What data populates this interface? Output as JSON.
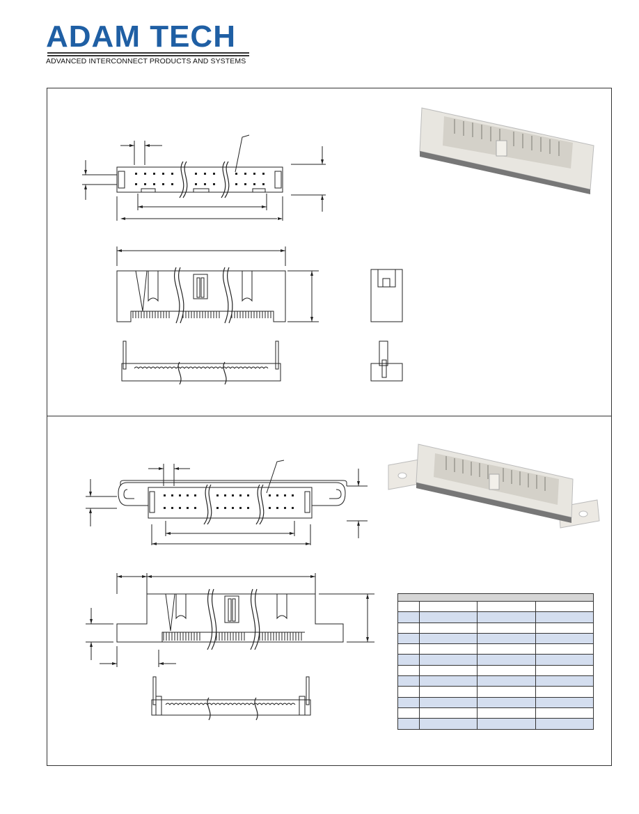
{
  "header": {
    "brand": "ADAM TECH",
    "tagline": "ADVANCED INTERCONNECT PRODUCTS AND SYSTEMS",
    "brand_color": "#1f5fa4"
  },
  "panels": [
    {
      "id": "straight-header",
      "photo": "box-header-photo"
    },
    {
      "id": "header-with-ears",
      "photo": "box-header-with-ears-photo"
    }
  ],
  "dimension_table": {
    "columns": 4,
    "rows": 13,
    "alt_row_color": "#d4deef",
    "header_color": "#d6d6d6"
  }
}
